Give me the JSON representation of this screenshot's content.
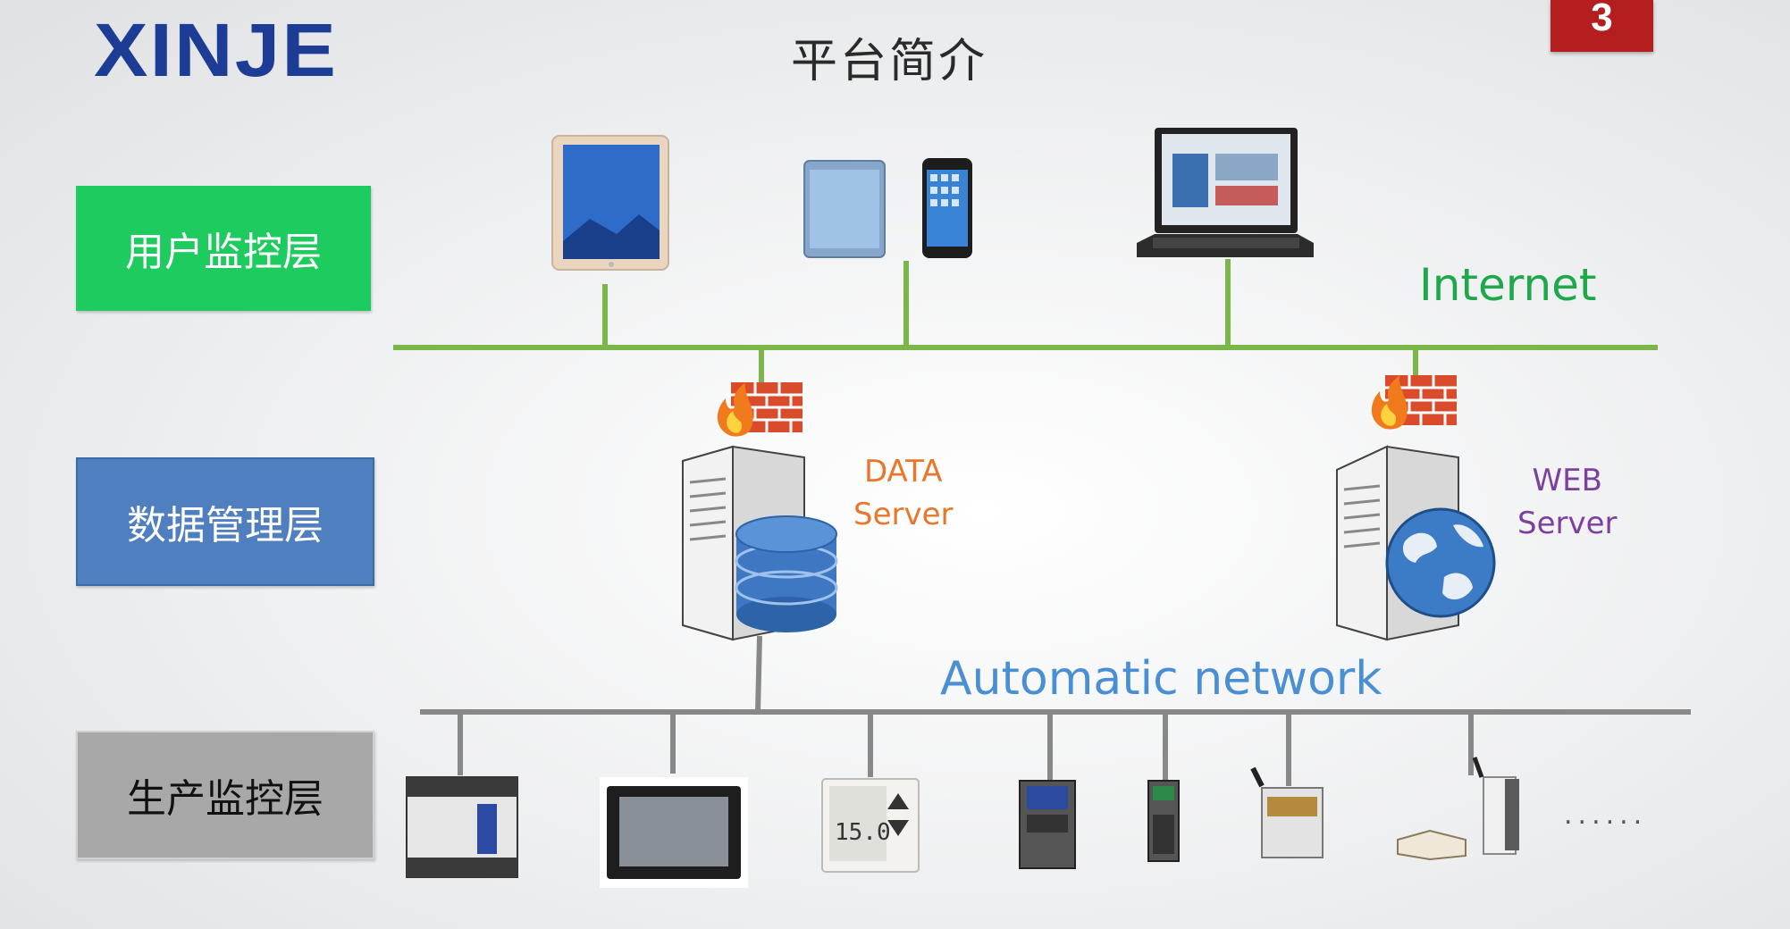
{
  "header": {
    "logo": "XINJE",
    "title": "平台简介",
    "page_number": "3"
  },
  "layers": {
    "user": "用户监控层",
    "data": "数据管理层",
    "production": "生产监控层"
  },
  "networks": {
    "internet": "Internet",
    "automatic": "Automatic network"
  },
  "servers": {
    "data_line1": "DATA",
    "data_line2": "Server",
    "web_line1": "WEB",
    "web_line2": "Server"
  },
  "devices": {
    "more": "......"
  },
  "colors": {
    "internet_line": "#7ab648",
    "automatic_line": "#888888",
    "user_layer": "#1ecb5e",
    "data_layer": "#4f7fbf",
    "production_layer": "#a8a8a8",
    "badge": "#b51e1e",
    "logo": "#1d3c96"
  }
}
